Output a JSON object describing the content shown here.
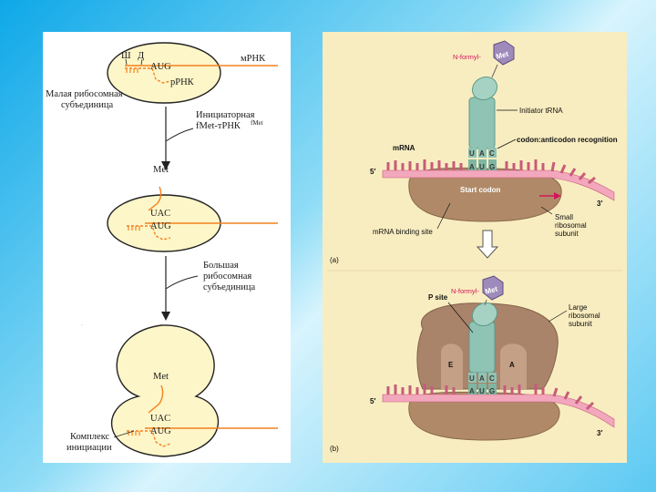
{
  "left": {
    "stage1": {
      "sh": "Ш",
      "d": "Д",
      "aug": "AUG",
      "mrna": "мРНК",
      "rrna": "рРНК",
      "small_subunit": [
        "Малая рибосомная",
        "субъединица"
      ]
    },
    "initiator_trna": [
      "Инициаторная",
      "fMet-тРНК"
    ],
    "initiator_trna_sup": "fMet",
    "stage2": {
      "met": "Met",
      "uac": "UAC",
      "aug": "AUG"
    },
    "large_subunit": [
      "Большая",
      "рибосомная",
      "субъединица"
    ],
    "stage3": {
      "met": "Met",
      "uac": "UAC",
      "aug": "AUG",
      "complex": [
        "Комплекс",
        "инициации"
      ]
    }
  },
  "right": {
    "a": {
      "n_formyl": "N-formyl-",
      "met": "Met",
      "initiator_trna": "Initiator tRNA",
      "recognition": "codon:anticodon recognition",
      "mrna": "mRNA",
      "five_prime": "5′",
      "three_prime": "3′",
      "anticodon": [
        "U",
        "A",
        "C"
      ],
      "codon": [
        "A",
        "U",
        "G"
      ],
      "start_codon": "Start codon",
      "small_subunit": [
        "Small",
        "ribosomal",
        "subunit"
      ],
      "binding_site": "mRNA binding site",
      "panel": "(a)"
    },
    "b": {
      "n_formyl": "N-formyl-",
      "met": "Met",
      "p_site": "P site",
      "large_subunit": [
        "Large",
        "ribosomal",
        "subunit"
      ],
      "e": "E",
      "a": "A",
      "anticodon": [
        "U",
        "A",
        "C"
      ],
      "codon": [
        "A",
        "U",
        "G"
      ],
      "five_prime": "5′",
      "three_prime": "3′",
      "panel": "(b)"
    }
  }
}
